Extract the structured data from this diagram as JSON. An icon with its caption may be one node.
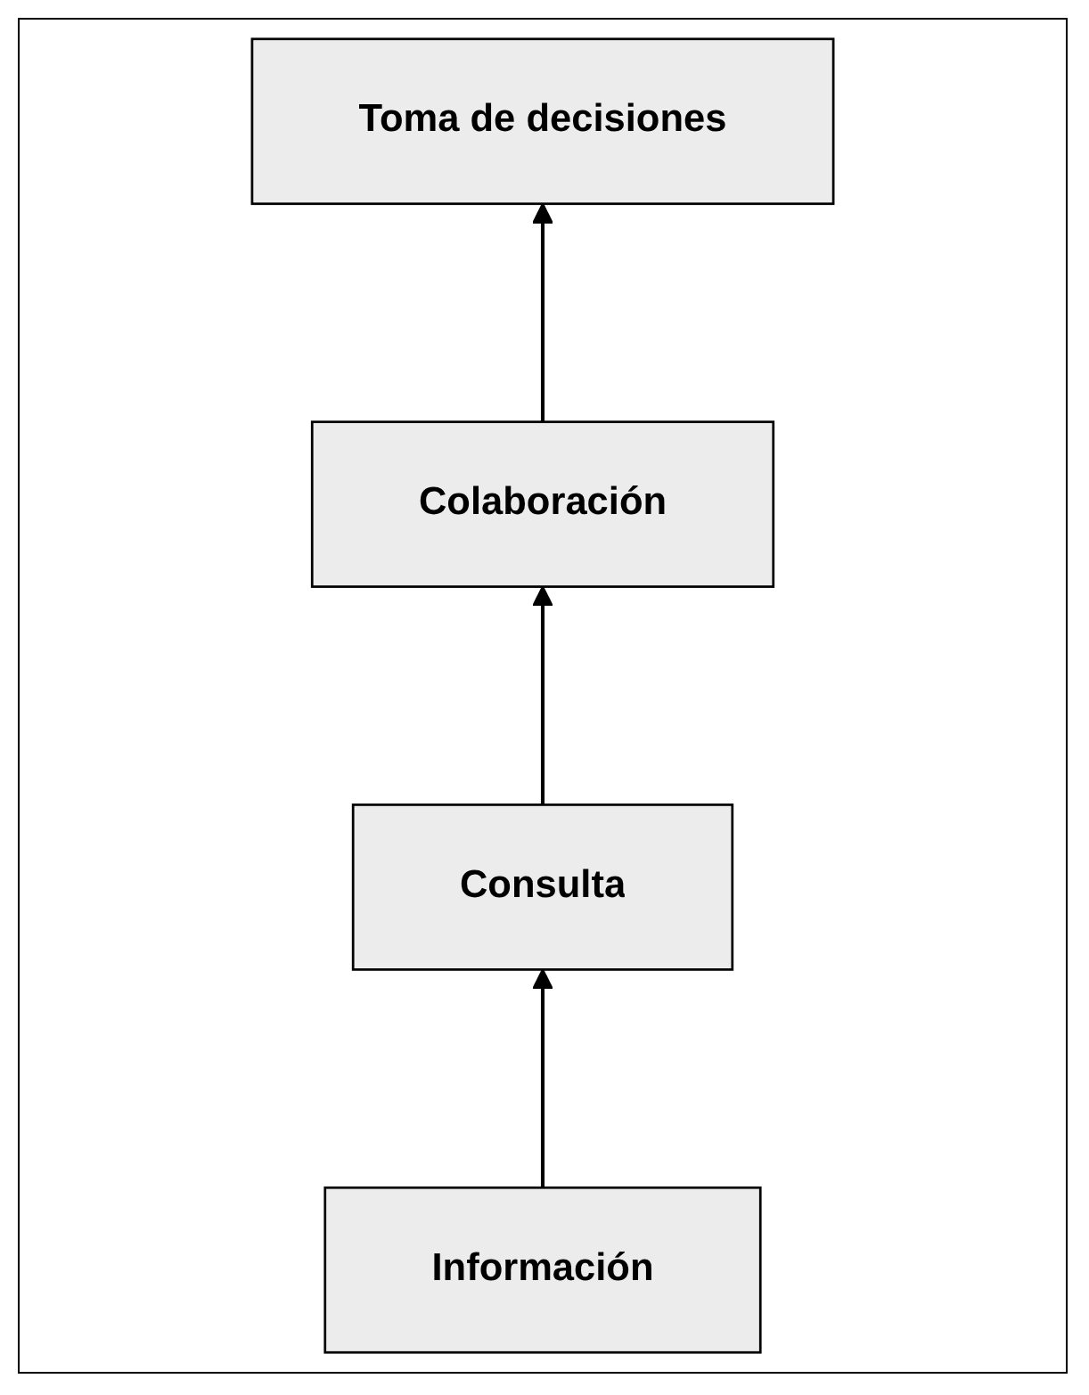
{
  "diagram": {
    "nodes": [
      {
        "text": [
          "Toma de decisiones"
        ]
      },
      {
        "text": [
          "Colaboración"
        ]
      },
      {
        "text": [
          "Consulta"
        ]
      },
      {
        "text": [
          "Información"
        ]
      }
    ],
    "edges": [
      {
        "from": 3,
        "to": 2,
        "arrow": "to"
      },
      {
        "from": 2,
        "to": 1,
        "arrow": "to"
      },
      {
        "from": 1,
        "to": 0,
        "arrow": "to"
      }
    ]
  }
}
